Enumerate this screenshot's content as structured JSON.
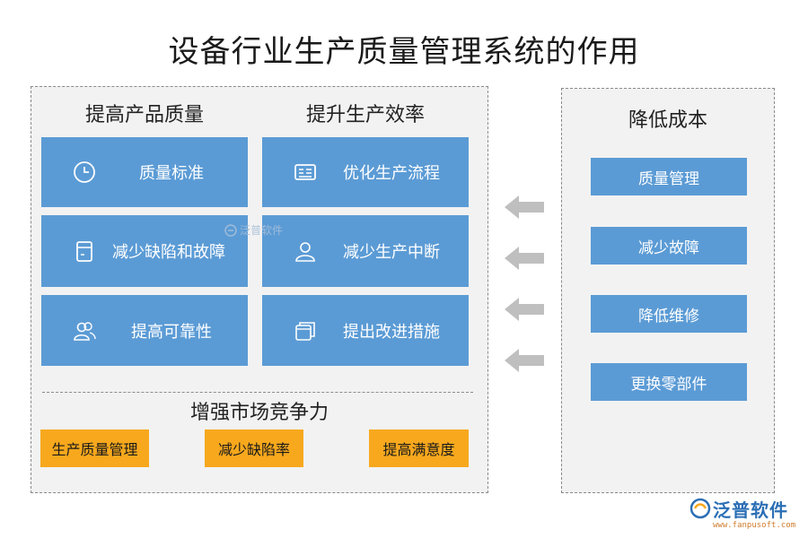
{
  "title": "设备行业生产质量管理系统的作用",
  "left_panel": {
    "col1_head": "提高产品质量",
    "col2_head": "提升生产效率",
    "col1_items": [
      {
        "label": "质量标准",
        "icon": "clock-icon"
      },
      {
        "label": "减少缺陷和故障",
        "icon": "document-icon"
      },
      {
        "label": "提高可靠性",
        "icon": "users-icon"
      }
    ],
    "col2_items": [
      {
        "label": "优化生产流程",
        "icon": "list-card-icon"
      },
      {
        "label": "减少生产中断",
        "icon": "user-icon"
      },
      {
        "label": "提出改进措施",
        "icon": "windows-icon"
      }
    ],
    "section_head": "增强市场竞争力",
    "bottom_items": [
      "生产质量管理",
      "减少缺陷率",
      "提高满意度"
    ]
  },
  "right_panel": {
    "head": "降低成本",
    "items": [
      "质量管理",
      "减少故障",
      "降低维修",
      "更换零部件"
    ]
  },
  "watermark": "泛普软件",
  "logo": {
    "brand": "泛普软件",
    "url": "www.fanpusoft.com"
  },
  "colors": {
    "blue": "#5b9bd5",
    "orange": "#f7a81d",
    "panel": "#f2f2f2",
    "arrow": "#bfbfbf"
  }
}
